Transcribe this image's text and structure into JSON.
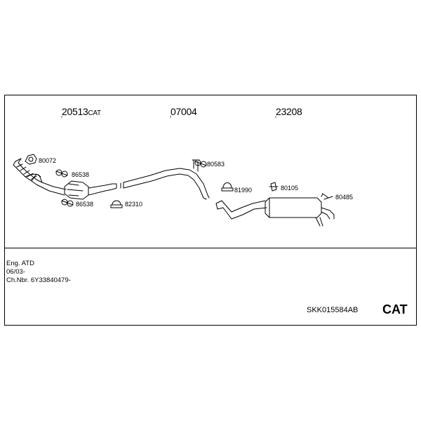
{
  "main_groups": [
    {
      "number": "20513",
      "suffix": "CAT"
    },
    {
      "number": "07004",
      "suffix": ""
    },
    {
      "number": "23208",
      "suffix": ""
    }
  ],
  "parts": {
    "p80072": "80072",
    "p86538_top": "86538",
    "p86538_bottom": "86538",
    "p82310": "82310",
    "p80583": "80583",
    "p81990": "81990",
    "p80105": "80105",
    "p80485": "80485"
  },
  "info": {
    "engine": "Eng. ATD",
    "date": "06/03-",
    "chassis": "Ch.Nbr. 6Y33840479-"
  },
  "doc_id": "SKK015584AB",
  "badge": "CAT"
}
